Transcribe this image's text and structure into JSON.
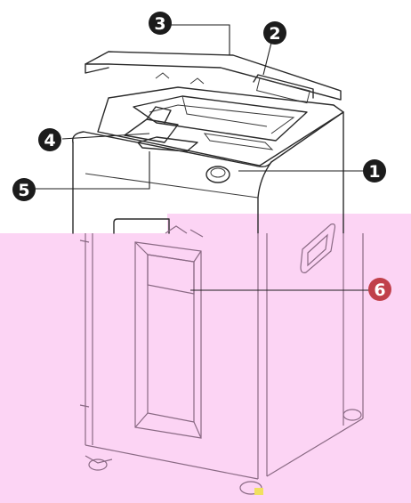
{
  "colors": {
    "line": "#2a2a2a",
    "overlay": "#fcd4f4",
    "badge": "#1c1c1c",
    "badge_highlight": "#c0404a"
  },
  "callouts": [
    {
      "id": "1",
      "label": "1"
    },
    {
      "id": "2",
      "label": "2"
    },
    {
      "id": "3",
      "label": "3"
    },
    {
      "id": "4",
      "label": "4"
    },
    {
      "id": "5",
      "label": "5"
    },
    {
      "id": "6",
      "label": "6"
    }
  ]
}
